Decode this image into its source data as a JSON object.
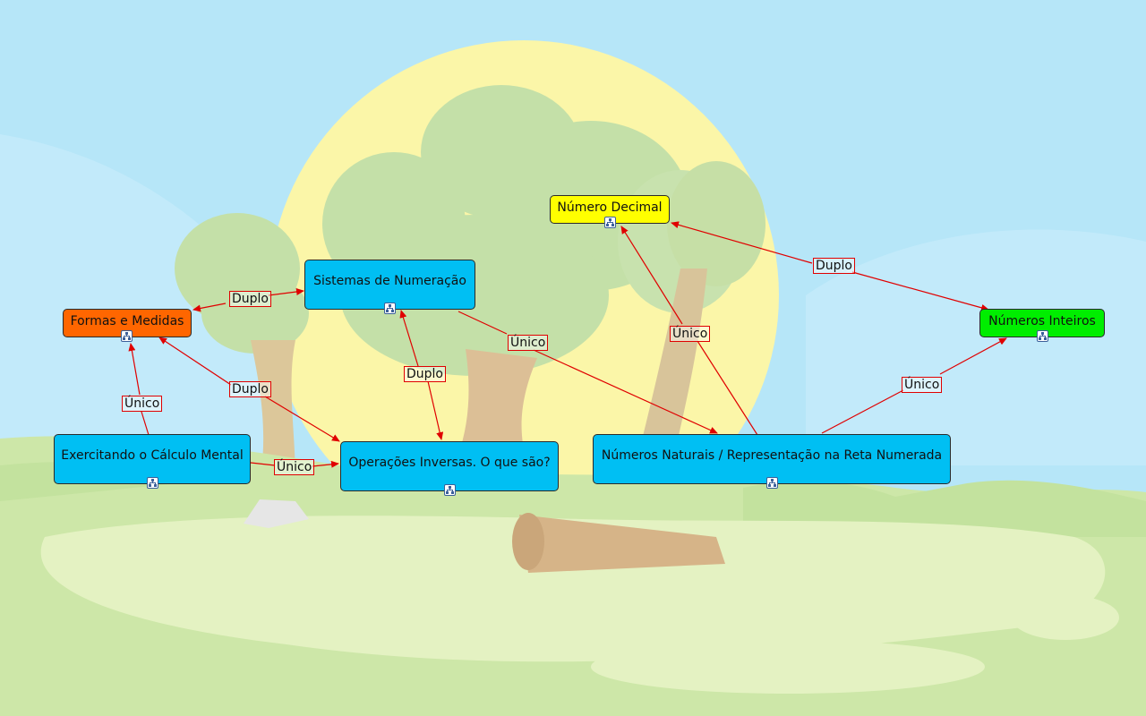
{
  "colors": {
    "sky": "#b6e6f8",
    "sun": "#fbf6a8",
    "foliage": "#c4e0a8",
    "grass": "#dceebc",
    "link": "#e00000",
    "node_blue": "#00bff3",
    "node_orange": "#ff6600",
    "node_yellow": "#ffff00",
    "node_green": "#00ee00"
  },
  "nodes": {
    "sistemas": "Sistemas de Numeração",
    "formas": "Formas e Medidas",
    "decimal": "Número Decimal",
    "inteiros": "Números Inteiros",
    "exercitando": "Exercitando o Cálculo Mental",
    "operacoes": "Operações Inversas. O que são?",
    "naturais": "Números Naturais / Representação na Reta Numerada"
  },
  "links": {
    "formas_sistemas": "Duplo",
    "sistemas_naturais": "Único",
    "sistemas_operacoes": "Duplo",
    "formas_operacoes": "Duplo",
    "exercitando_formas": "Único",
    "exercitando_operacoes": "Único",
    "naturais_decimal": "Único",
    "decimal_inteiros": "Duplo",
    "naturais_inteiros": "Único"
  },
  "node_icon": "concept-map-icon"
}
